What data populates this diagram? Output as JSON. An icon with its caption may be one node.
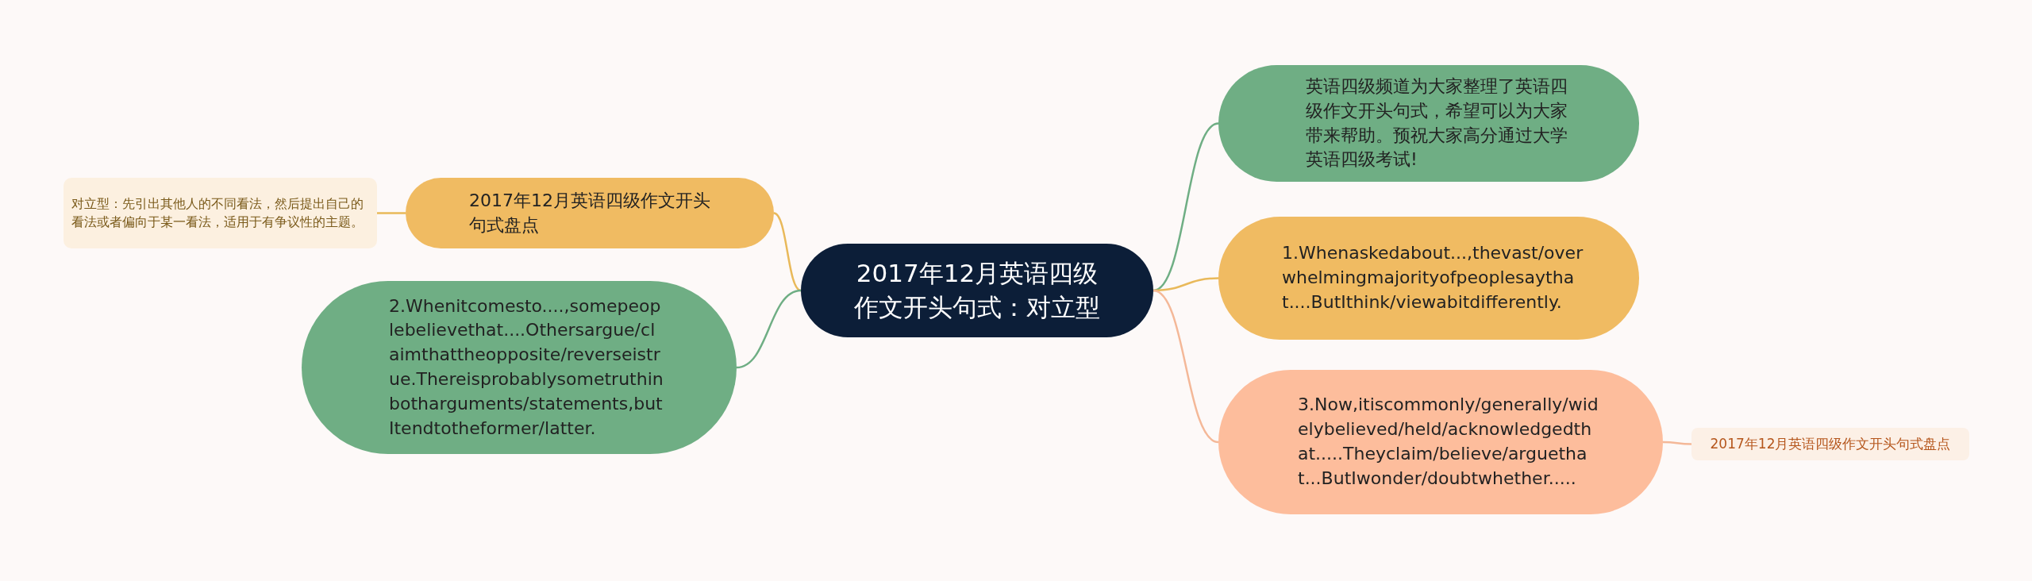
{
  "diagram": {
    "nodes": [
      {
        "text": [
          "2017年12月英语四级作文开头句式：对立型"
        ]
      },
      {
        "text": [
          "英语四级频道为大家整理了英语四级作文开头句式，希望可以为大家带来帮助。预祝大家高分通过大学英语四级考试!"
        ]
      },
      {
        "text": [
          "1.Whenaskedabout...,thevast/overwhelmingmajorityofpeoplesaythat....ButIthink/viewabitdifferently."
        ]
      },
      {
        "text": [
          "3.Now,itiscommonly/generally/widelybelieved/held/acknowledgedthat.....Theyclaim/believe/arguethat...ButIwonder/doubtwhether....."
        ]
      },
      {
        "text": [
          "2017年12月英语四级作文开头句式盘点"
        ]
      },
      {
        "text": [
          "2017年12月英语四级作文开头句式盘点"
        ]
      },
      {
        "text": [
          "对立型：先引出其他人的不同看法，然后提出自己的看法或者偏向于某一看法，适用于有争议性的主题。"
        ]
      },
      {
        "text": [
          "2.Whenitcomesto....,somepeoplebelievethat....Othersargue/claimthattheopposite/reverseistrue.Thereisprobablysometruthinbotharguments/statements,butItendtotheformer/latter."
        ]
      }
    ],
    "edges": [
      {
        "from": 0,
        "to": 1,
        "arrow": "none",
        "color": "#6fae84"
      },
      {
        "from": 0,
        "to": 2,
        "arrow": "none",
        "color": "#e9b95a"
      },
      {
        "from": 0,
        "to": 3,
        "arrow": "none",
        "color": "#f4b898"
      },
      {
        "from": 3,
        "to": 4,
        "arrow": "none",
        "color": "#f4b898"
      },
      {
        "from": 0,
        "to": 5,
        "arrow": "none",
        "color": "#e9b95a"
      },
      {
        "from": 5,
        "to": 6,
        "arrow": "none",
        "color": "#e9b95a"
      },
      {
        "from": 0,
        "to": 7,
        "arrow": "none",
        "color": "#6fae84"
      }
    ]
  }
}
